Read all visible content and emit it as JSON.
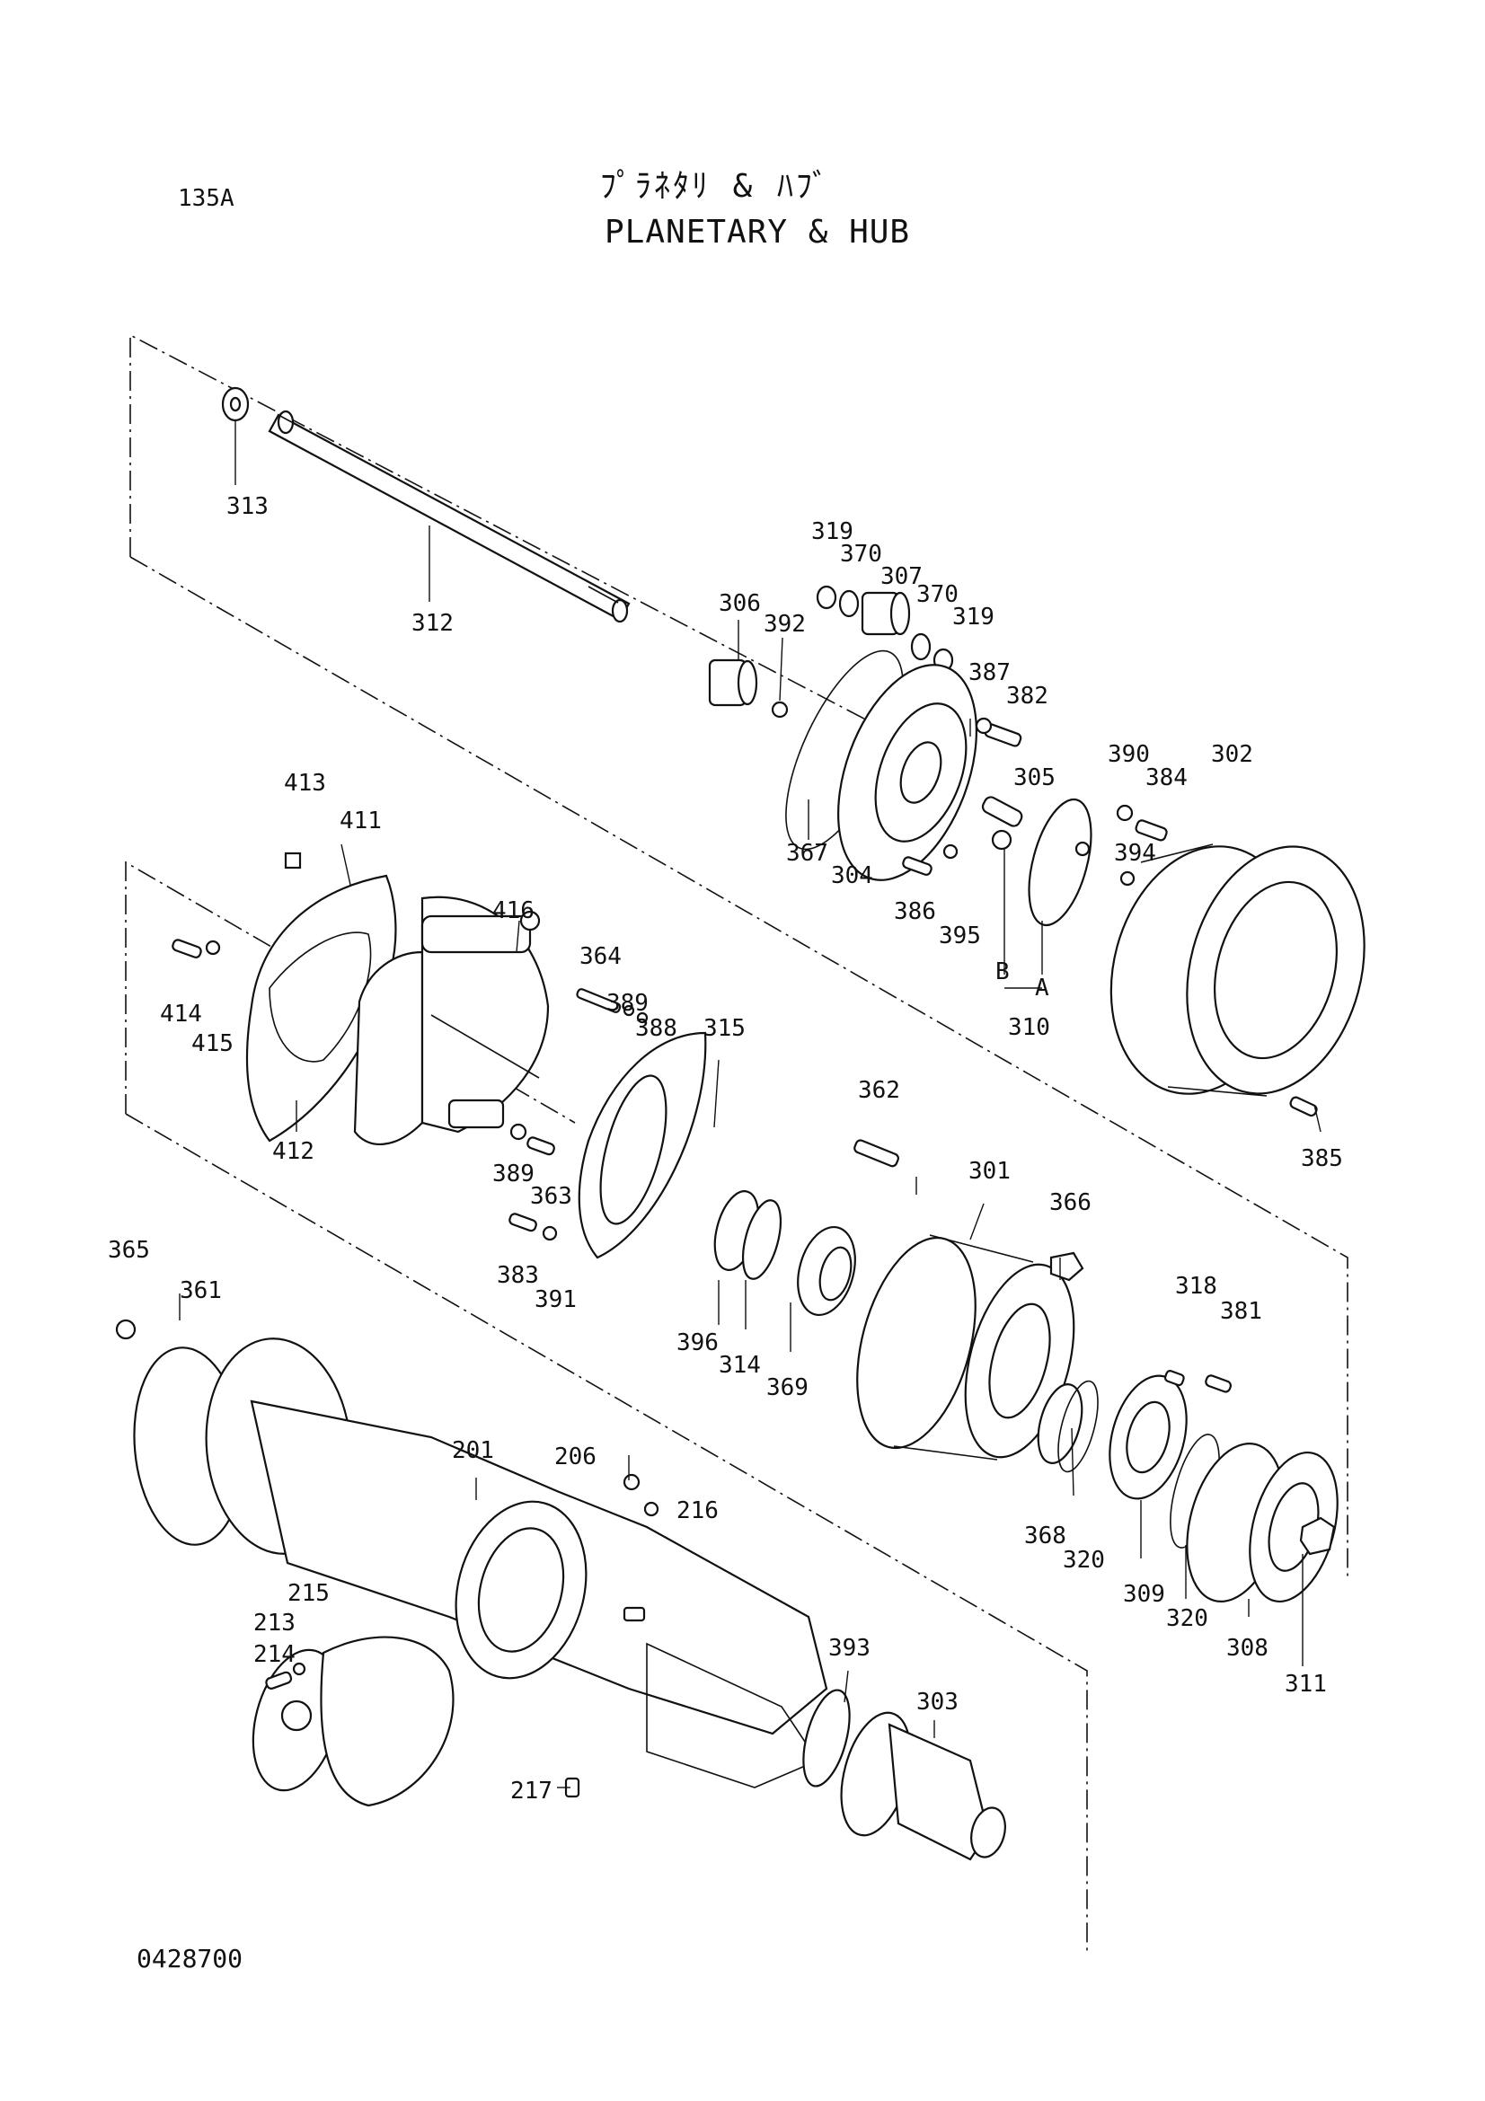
{
  "header": {
    "page_code": "135A",
    "title_jp": "ﾌﾟﾗﾈﾀﾘ & ﾊﾌﾞ",
    "title_en": "PLANETARY & HUB"
  },
  "footer": {
    "drawing_number": "0428700"
  },
  "parts": [
    {
      "id": "313",
      "label": "313"
    },
    {
      "id": "312",
      "label": "312"
    },
    {
      "id": "306",
      "label": "306"
    },
    {
      "id": "392",
      "label": "392"
    },
    {
      "id": "319a",
      "label": "319"
    },
    {
      "id": "370a",
      "label": "370"
    },
    {
      "id": "307",
      "label": "307"
    },
    {
      "id": "370b",
      "label": "370"
    },
    {
      "id": "319b",
      "label": "319"
    },
    {
      "id": "387",
      "label": "387"
    },
    {
      "id": "382",
      "label": "382"
    },
    {
      "id": "305",
      "label": "305"
    },
    {
      "id": "390",
      "label": "390"
    },
    {
      "id": "384",
      "label": "384"
    },
    {
      "id": "302",
      "label": "302"
    },
    {
      "id": "394",
      "label": "394"
    },
    {
      "id": "367",
      "label": "367"
    },
    {
      "id": "304",
      "label": "304"
    },
    {
      "id": "386",
      "label": "386"
    },
    {
      "id": "395",
      "label": "395"
    },
    {
      "id": "B",
      "label": "B"
    },
    {
      "id": "A",
      "label": "A"
    },
    {
      "id": "310",
      "label": "310"
    },
    {
      "id": "413",
      "label": "413"
    },
    {
      "id": "411",
      "label": "411"
    },
    {
      "id": "416",
      "label": "416"
    },
    {
      "id": "364",
      "label": "364"
    },
    {
      "id": "389a",
      "label": "389"
    },
    {
      "id": "388",
      "label": "388"
    },
    {
      "id": "315",
      "label": "315"
    },
    {
      "id": "414",
      "label": "414"
    },
    {
      "id": "415",
      "label": "415"
    },
    {
      "id": "412",
      "label": "412"
    },
    {
      "id": "389b",
      "label": "389"
    },
    {
      "id": "363",
      "label": "363"
    },
    {
      "id": "383",
      "label": "383"
    },
    {
      "id": "391",
      "label": "391"
    },
    {
      "id": "362",
      "label": "362"
    },
    {
      "id": "301",
      "label": "301"
    },
    {
      "id": "366",
      "label": "366"
    },
    {
      "id": "385",
      "label": "385"
    },
    {
      "id": "396",
      "label": "396"
    },
    {
      "id": "314",
      "label": "314"
    },
    {
      "id": "369",
      "label": "369"
    },
    {
      "id": "365",
      "label": "365"
    },
    {
      "id": "361",
      "label": "361"
    },
    {
      "id": "318",
      "label": "318"
    },
    {
      "id": "381",
      "label": "381"
    },
    {
      "id": "201",
      "label": "201"
    },
    {
      "id": "206",
      "label": "206"
    },
    {
      "id": "216",
      "label": "216"
    },
    {
      "id": "368",
      "label": "368"
    },
    {
      "id": "320a",
      "label": "320"
    },
    {
      "id": "309",
      "label": "309"
    },
    {
      "id": "320b",
      "label": "320"
    },
    {
      "id": "308",
      "label": "308"
    },
    {
      "id": "311",
      "label": "311"
    },
    {
      "id": "215",
      "label": "215"
    },
    {
      "id": "213",
      "label": "213"
    },
    {
      "id": "214",
      "label": "214"
    },
    {
      "id": "393",
      "label": "393"
    },
    {
      "id": "303",
      "label": "303"
    },
    {
      "id": "217",
      "label": "217"
    }
  ]
}
